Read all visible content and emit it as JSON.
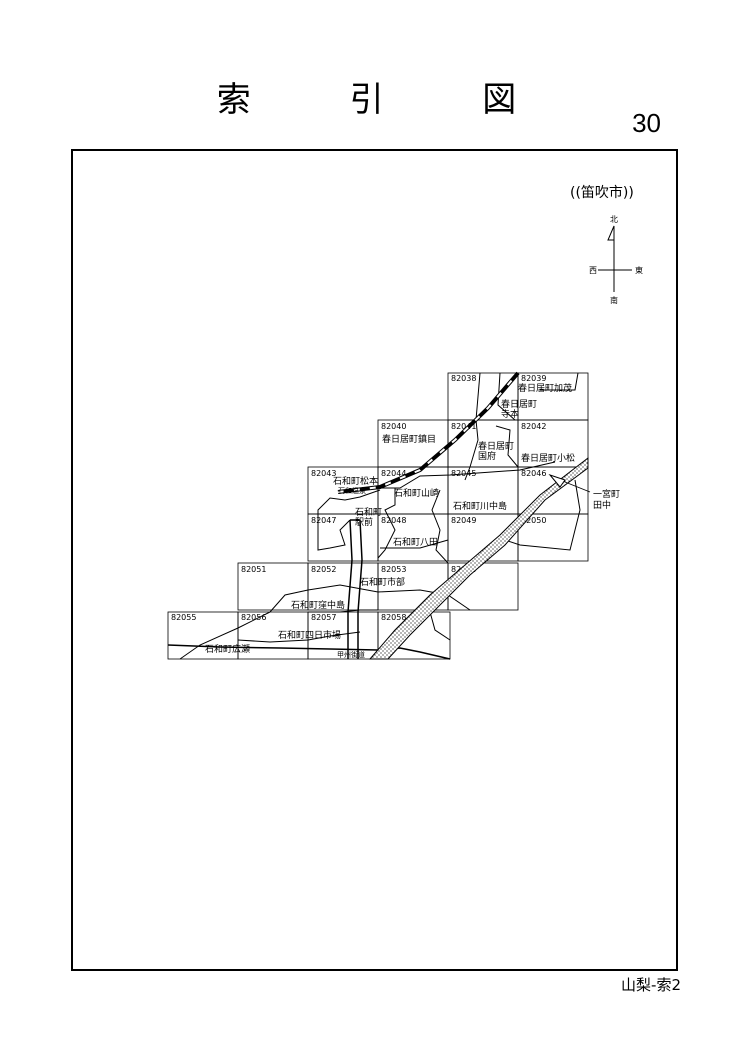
{
  "header": {
    "title": "索 引 図",
    "page_number": "30"
  },
  "map": {
    "city_label": "((笛吹市))",
    "compass": {
      "north": "北",
      "south": "南",
      "east": "東",
      "west": "西"
    },
    "grid_cells": [
      "82038",
      "82039",
      "82040",
      "82041",
      "82042",
      "82043",
      "82044",
      "82045",
      "82046",
      "82047",
      "82048",
      "82049",
      "82050",
      "82051",
      "82052",
      "82053",
      "82054",
      "82055",
      "82056",
      "82057",
      "82058"
    ],
    "places": {
      "kasugai_kamo": "春日居町加茂",
      "kasugai": "春日居町",
      "teramoto": "寺本",
      "kasugai_chinmoku": "春日居町鎮目",
      "kasugai_kokufu_1": "春日居町",
      "kasugai_kokufu_2": "国府",
      "kasugai_komatsu": "春日居町小松",
      "isawa_matsumoto": "石和町松本",
      "isawa_onsen": "石和温泉",
      "isawa_yamasaki": "石和町山崎",
      "isawa_kawanakajima": "石和町川中島",
      "isawa_ekimae_1": "石和町",
      "isawa_ekimae_2": "駅前",
      "isawa_yata": "石和町八田",
      "isawa_ichibe": "石和町市部",
      "isawa_kubonakajima": "石和町窪中島",
      "isawa_yokkaichiba": "石和町四日市場",
      "isawa_hirose": "石和町広瀬",
      "koshu_kaido": "甲州街道",
      "ichinomiya_1": "一宮町",
      "ichinomiya_2": "田中"
    }
  },
  "footer": {
    "label": "山梨-索2"
  }
}
